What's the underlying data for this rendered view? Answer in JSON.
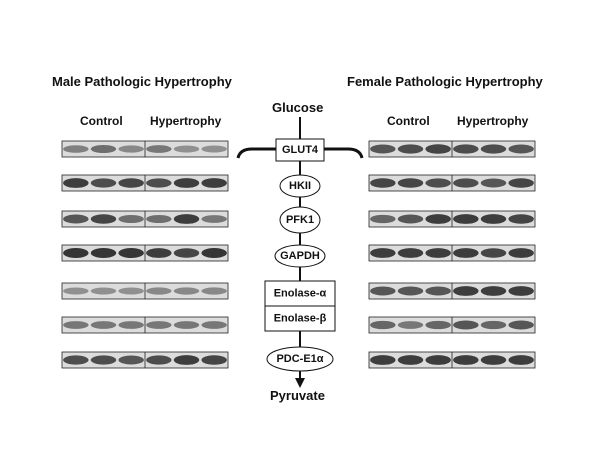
{
  "panels": {
    "male": {
      "title": "Male Pathologic Hypertrophy",
      "groups": [
        "Control",
        "Hypertrophy"
      ]
    },
    "female": {
      "title": "Female Pathologic Hypertrophy",
      "groups": [
        "Control",
        "Hypertrophy"
      ]
    }
  },
  "pathway": {
    "start": "Glucose",
    "end": "Pyruvate",
    "nodes": [
      {
        "label": "GLUT4",
        "shape": "box"
      },
      {
        "label": "HKII",
        "shape": "ellipse"
      },
      {
        "label": "PFK1",
        "shape": "ellipse"
      },
      {
        "label": "GAPDH",
        "shape": "ellipse"
      },
      {
        "label": "Enolase-α",
        "shape": "stacked-box-top"
      },
      {
        "label": "Enolase-β",
        "shape": "stacked-box-bottom"
      },
      {
        "label": "PDC-E1α",
        "shape": "ellipse"
      }
    ]
  },
  "blots": {
    "lanes_per_group": 3,
    "male_rows": [
      {
        "band": [
          0.45,
          0.55,
          0.4,
          0.5,
          0.35,
          0.35
        ]
      },
      {
        "band": [
          0.85,
          0.75,
          0.8,
          0.75,
          0.85,
          0.85
        ]
      },
      {
        "band": [
          0.7,
          0.8,
          0.55,
          0.55,
          0.85,
          0.5
        ]
      },
      {
        "band": [
          0.9,
          0.9,
          0.9,
          0.85,
          0.8,
          0.9
        ]
      },
      {
        "band": [
          0.35,
          0.35,
          0.35,
          0.4,
          0.4,
          0.4
        ]
      },
      {
        "band": [
          0.5,
          0.5,
          0.5,
          0.5,
          0.5,
          0.5
        ]
      },
      {
        "band": [
          0.75,
          0.75,
          0.7,
          0.75,
          0.85,
          0.8
        ]
      }
    ],
    "female_rows": [
      {
        "band": [
          0.7,
          0.75,
          0.8,
          0.75,
          0.75,
          0.7
        ]
      },
      {
        "band": [
          0.8,
          0.8,
          0.75,
          0.75,
          0.7,
          0.8
        ]
      },
      {
        "band": [
          0.6,
          0.7,
          0.85,
          0.85,
          0.85,
          0.8
        ]
      },
      {
        "band": [
          0.85,
          0.85,
          0.85,
          0.85,
          0.8,
          0.85
        ]
      },
      {
        "band": [
          0.7,
          0.7,
          0.7,
          0.85,
          0.85,
          0.85
        ]
      },
      {
        "band": [
          0.6,
          0.5,
          0.6,
          0.7,
          0.6,
          0.7
        ]
      },
      {
        "band": [
          0.85,
          0.85,
          0.85,
          0.85,
          0.85,
          0.85
        ]
      }
    ]
  }
}
